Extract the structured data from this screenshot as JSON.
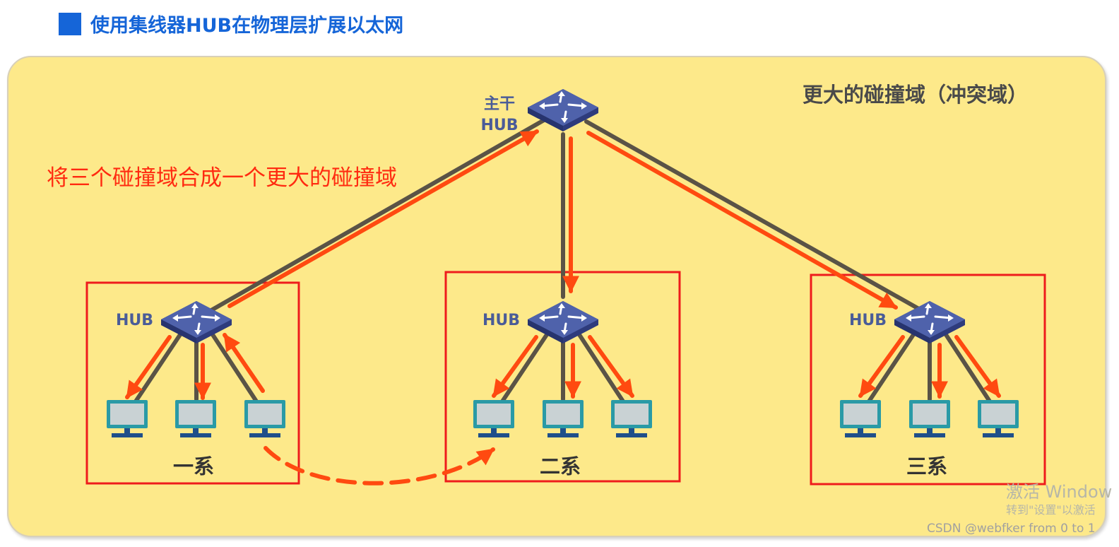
{
  "header": {
    "title": "使用集线器HUB在物理层扩展以太网"
  },
  "diagram": {
    "domain_label": "更大的碰撞域（冲突域）",
    "merge_note": "将三个碰撞域合成一个更大的碰撞域",
    "backbone": {
      "line1": "主干",
      "line2": "HUB"
    },
    "groups": [
      {
        "hub_label": "HUB",
        "dept_label": "一系"
      },
      {
        "hub_label": "HUB",
        "dept_label": "二系"
      },
      {
        "hub_label": "HUB",
        "dept_label": "三系"
      }
    ]
  },
  "watermark": {
    "line1": "激活 Window",
    "line2": "转到\"设置\"以激活",
    "credit": "CSDN @webfker from 0 to 1"
  },
  "colors": {
    "title_blue": "#1565d8",
    "panel_yellow": "#fde98a",
    "arrow_red": "#ff4a10",
    "frame_red": "#ee1c1c",
    "link_gray": "#5a5346",
    "hub_blue": "#3c4b94",
    "pc_teal": "#2a9aa6"
  }
}
